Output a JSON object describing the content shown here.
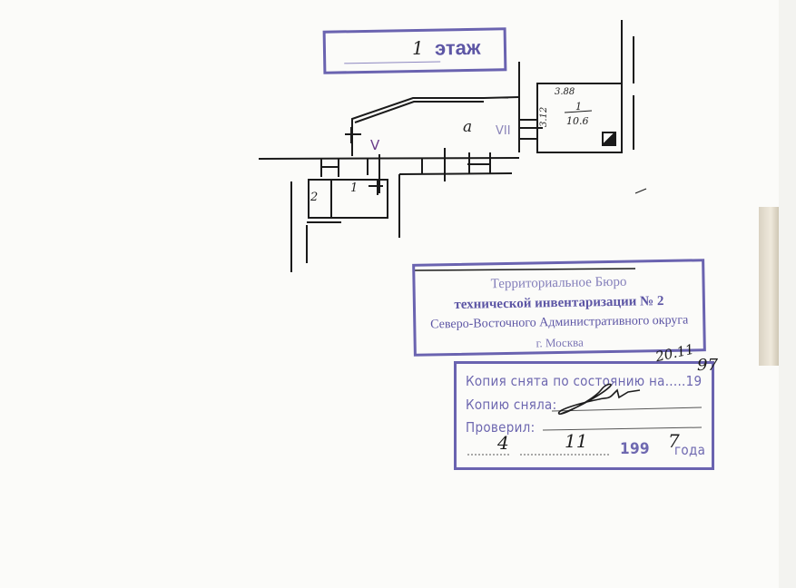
{
  "floor_stamp": {
    "number": "1",
    "label": "этаж"
  },
  "plan": {
    "room_a": "a",
    "room_v": "V",
    "room_vii": "VII",
    "room_1_label": "1",
    "room_2_label": "2",
    "dim_width": "3.88",
    "dim_height": "3.12",
    "room_num": "1",
    "room_area": "10.6"
  },
  "bureau_stamp": {
    "line1": "Территориальное Бюро",
    "line2": "технической инвентаризации № 2",
    "line3": "Северо-Восточного Административного округа",
    "line4": "г. Москва"
  },
  "copy_stamp": {
    "line1": "Копия снята по состоянию на",
    "date_handwritten": "20.11",
    "year_suffix": "97",
    "line1_year": "19",
    "line2": "Копию сняла:",
    "line3": "Проверил:",
    "day": "4",
    "month": "11",
    "year_prefix": "199",
    "year_digit": "7",
    "year_word": "года"
  }
}
